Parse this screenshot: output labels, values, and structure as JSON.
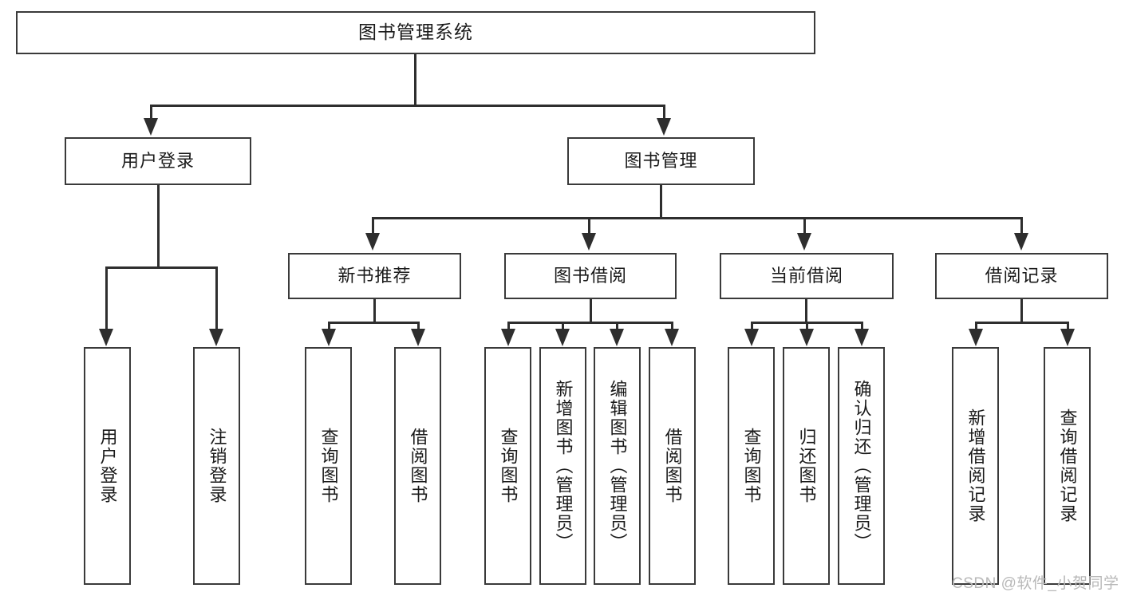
{
  "diagram": {
    "type": "tree-hierarchy-diagram",
    "title": "图书管理系统",
    "levels": {
      "root": {
        "label": "图书管理系统"
      },
      "level2": [
        {
          "id": "user-login",
          "label": "用户登录"
        },
        {
          "id": "book-management",
          "label": "图书管理"
        }
      ],
      "level3": [
        {
          "id": "new-book-recommend",
          "label": "新书推荐",
          "parent": "book-management"
        },
        {
          "id": "book-borrow",
          "label": "图书借阅",
          "parent": "book-management"
        },
        {
          "id": "current-borrow",
          "label": "当前借阅",
          "parent": "book-management"
        },
        {
          "id": "borrow-record",
          "label": "借阅记录",
          "parent": "book-management"
        }
      ],
      "leaves": [
        {
          "id": "leaf-user-login",
          "label": "用户登录",
          "parent": "user-login"
        },
        {
          "id": "leaf-logout-login",
          "label": "注销登录",
          "parent": "user-login"
        },
        {
          "id": "leaf-query-book-1",
          "label": "查询图书",
          "parent": "new-book-recommend"
        },
        {
          "id": "leaf-borrow-book-1",
          "label": "借阅图书",
          "parent": "new-book-recommend"
        },
        {
          "id": "leaf-query-book-2",
          "label": "查询图书",
          "parent": "book-borrow"
        },
        {
          "id": "leaf-add-book",
          "label": "新增图书（管理员）",
          "parent": "book-borrow"
        },
        {
          "id": "leaf-edit-book",
          "label": "编辑图书（管理员）",
          "parent": "book-borrow"
        },
        {
          "id": "leaf-borrow-book-2",
          "label": "借阅图书",
          "parent": "book-borrow"
        },
        {
          "id": "leaf-query-book-3",
          "label": "查询图书",
          "parent": "current-borrow"
        },
        {
          "id": "leaf-return-book",
          "label": "归还图书",
          "parent": "current-borrow"
        },
        {
          "id": "leaf-confirm-return",
          "label": "确认归还（管理员）",
          "parent": "current-borrow"
        },
        {
          "id": "leaf-add-record",
          "label": "新增借阅记录",
          "parent": "borrow-record"
        },
        {
          "id": "leaf-query-record",
          "label": "查询借阅记录",
          "parent": "borrow-record"
        }
      ]
    }
  },
  "watermark": {
    "text": "CSDN @软件_小贺同学"
  },
  "colors": {
    "box_border": "#3a3a3a",
    "connector": "#2e2e2e",
    "text": "#1a1a1a",
    "background": "#ffffff",
    "watermark": "#b8b8b8"
  }
}
